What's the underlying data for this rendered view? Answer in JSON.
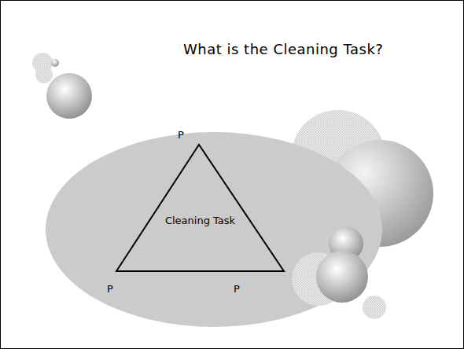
{
  "diagram": {
    "title": "What is the Cleaning Task?",
    "nodes": [
      {
        "text": [
          "Cleaning Task"
        ]
      }
    ],
    "labels": [
      "P",
      "P",
      "P"
    ]
  }
}
